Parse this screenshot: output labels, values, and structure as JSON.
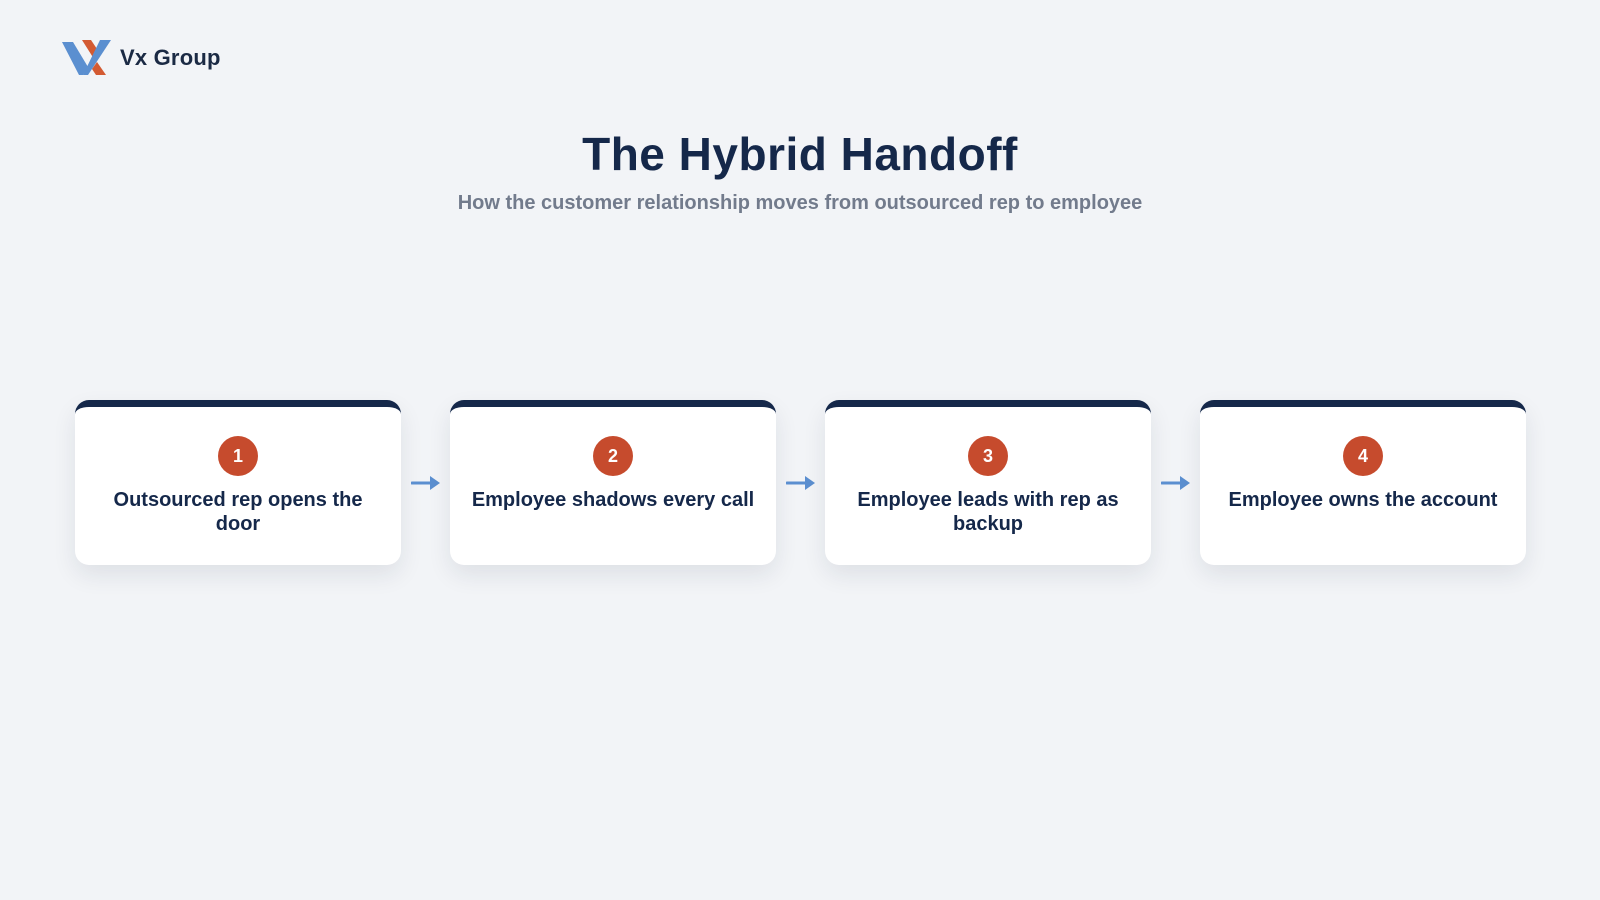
{
  "brand": {
    "name": "Vx Group",
    "logo_icon": "vx-logo-icon",
    "colors": {
      "blue": "#5b8fd0",
      "orange": "#d35a32",
      "navy": "#1b2a44"
    }
  },
  "header": {
    "title": "The Hybrid Handoff",
    "subtitle": "How the customer relationship moves from outsourced rep to employee"
  },
  "steps": [
    {
      "number": "1",
      "label": "Outsourced rep opens the door"
    },
    {
      "number": "2",
      "label": "Employee shadows every call"
    },
    {
      "number": "3",
      "label": "Employee leads with rep as backup"
    },
    {
      "number": "4",
      "label": "Employee owns the account"
    }
  ],
  "connector_icon": "arrow-right-icon",
  "colors": {
    "background": "#f2f4f7",
    "card_accent": "#15284a",
    "badge": "#c64b2d",
    "arrow": "#5b8fd0",
    "subtitle": "#727b8c"
  }
}
